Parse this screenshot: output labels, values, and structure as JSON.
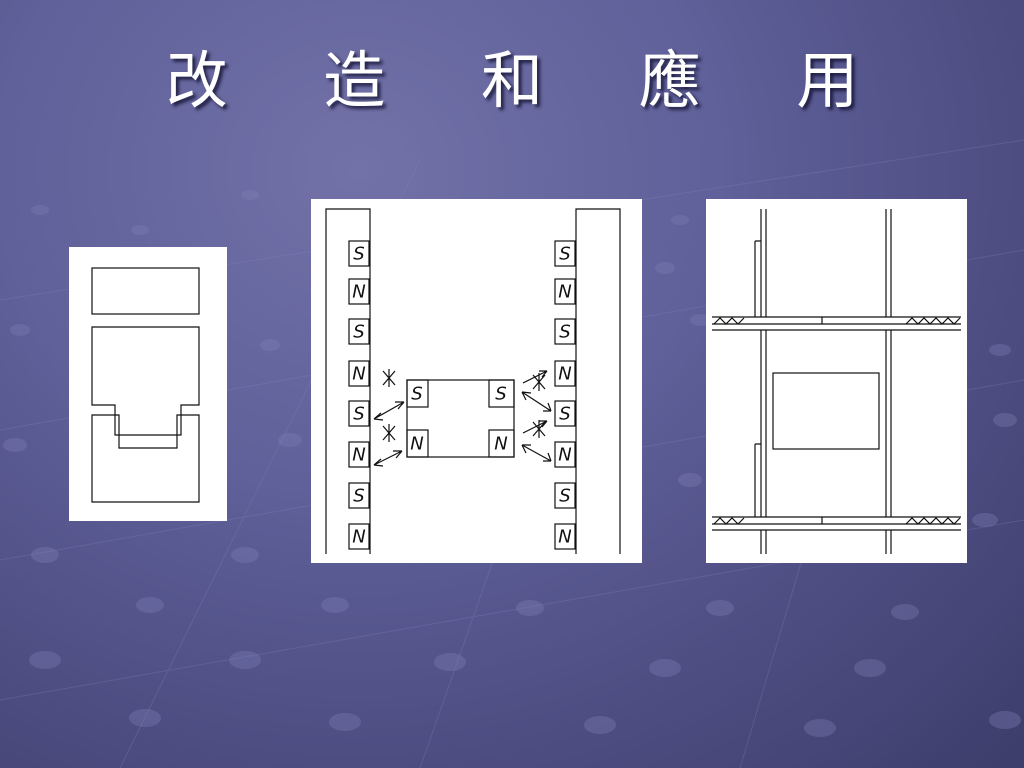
{
  "slide": {
    "title": "改 造 和 應 用"
  },
  "magnets": {
    "south": "S",
    "north": "N"
  },
  "colors": {
    "background": "#5a5a92",
    "line": "#111111",
    "panel": "#ffffff",
    "title": "#ffffff"
  }
}
